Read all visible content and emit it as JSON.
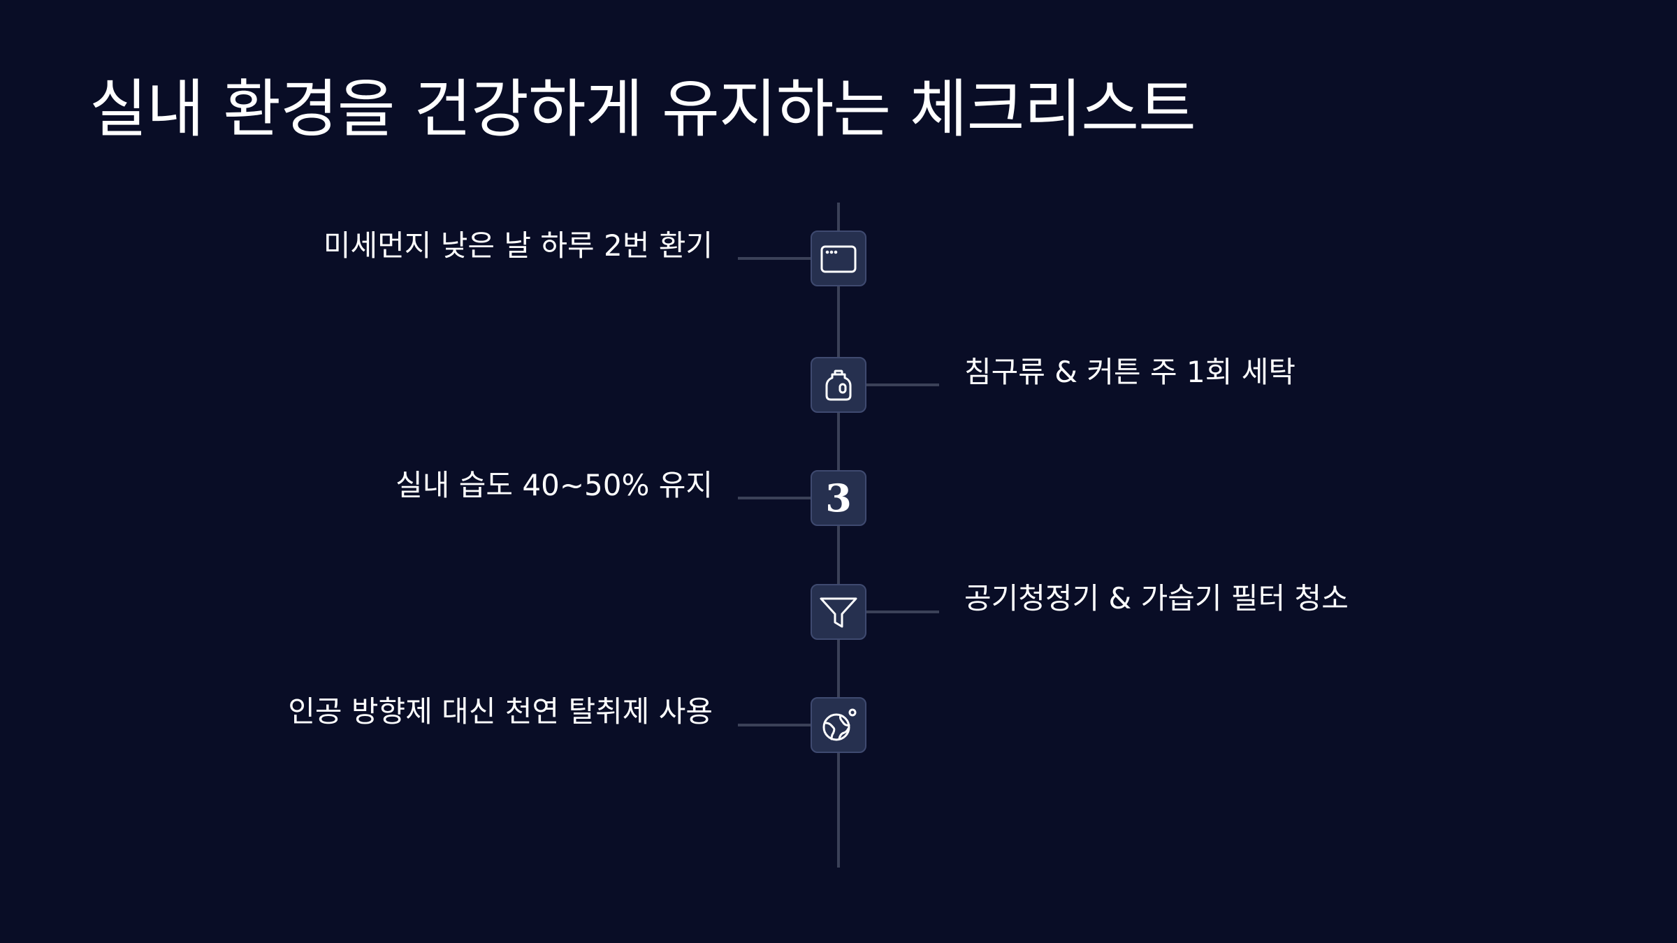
{
  "slide": {
    "title": "실내 환경을 건강하게 유지하는 체크리스트",
    "items": [
      {
        "text": "미세먼지 낮은 날 하루 2번 환기",
        "icon": "browser-window-icon"
      },
      {
        "text": "침구류 & 커튼 주 1회 세탁",
        "icon": "detergent-bottle-icon"
      },
      {
        "text": "실내 습도 40~50% 유지",
        "icon": "number-three-icon",
        "icon_label": "3"
      },
      {
        "text": "공기청정기 & 가습기 필터 청소",
        "icon": "filter-funnel-icon"
      },
      {
        "text": "인공 방향제 대신 천연 탈취제 사용",
        "icon": "globe-weather-icon"
      }
    ]
  },
  "colors": {
    "background": "#090d26",
    "node_fill": "#26304f",
    "node_border": "#3f4a70",
    "line": "#3b4158",
    "text": "#ffffff"
  }
}
